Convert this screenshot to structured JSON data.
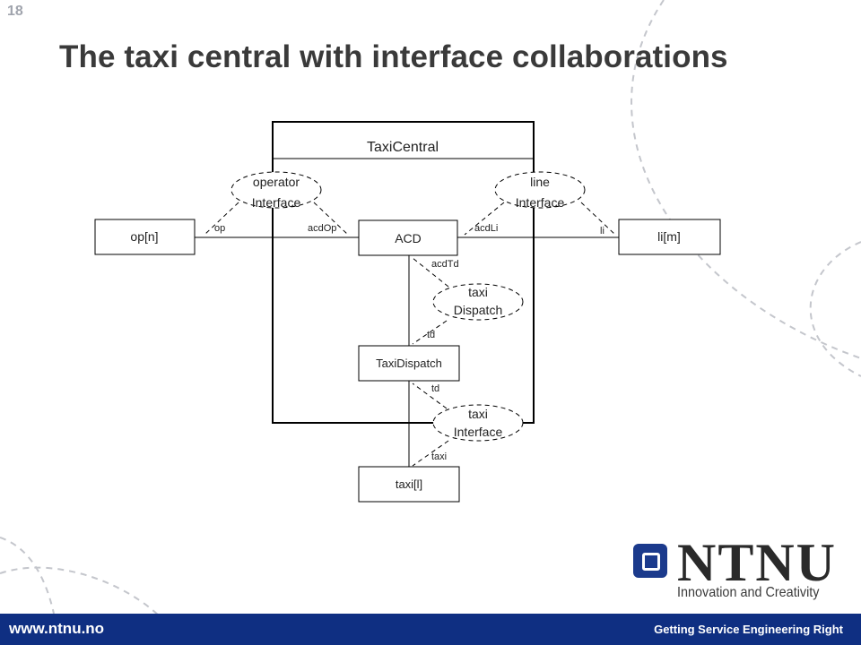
{
  "slide": {
    "number": "18",
    "title": "The taxi central with interface collaborations"
  },
  "diagram": {
    "container": "TaxiCentral",
    "parts": {
      "op": "op[n]",
      "acd": "ACD",
      "li": "li[m]",
      "taxiDispatch": "TaxiDispatch",
      "taxi": "taxi[l]"
    },
    "collaborations": {
      "operator": [
        "operator",
        "Interface"
      ],
      "line": [
        "line",
        "Interface"
      ],
      "dispatch": [
        "taxi",
        "Dispatch"
      ],
      "taxiIf": [
        "taxi",
        "Interface"
      ]
    },
    "roles": {
      "op": "op",
      "acdOp": "acdOp",
      "acdLi": "acdLi",
      "li": "li",
      "acdTd": "acdTd",
      "td1": "td",
      "td2": "td",
      "taxi": "taxi"
    }
  },
  "logo": {
    "name": "NTNU",
    "tagline": "Innovation and Creativity"
  },
  "footer": {
    "url": "www.ntnu.no",
    "tagline": "Getting Service Engineering Right"
  }
}
